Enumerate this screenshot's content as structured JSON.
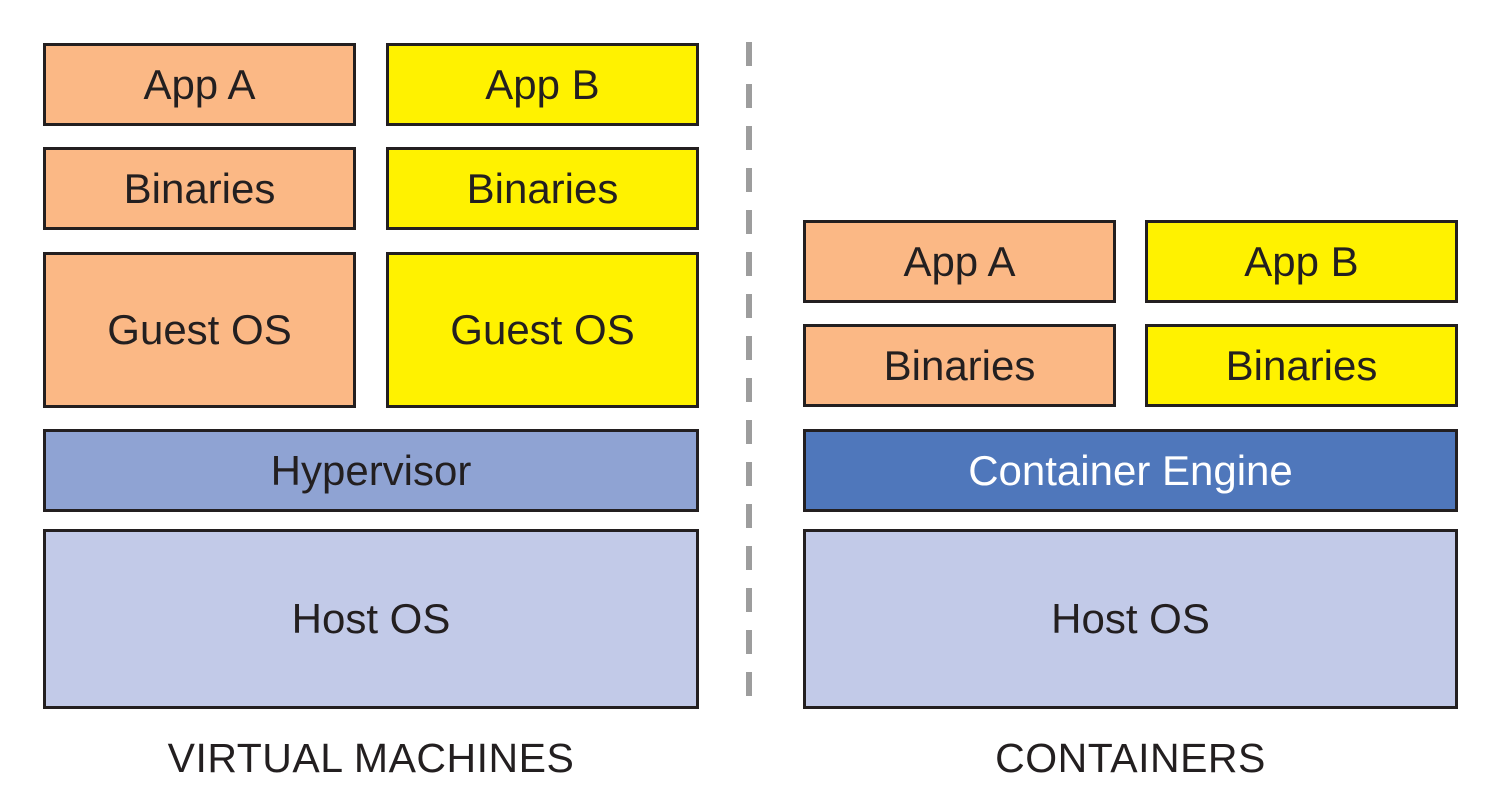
{
  "colors": {
    "app_a": "#fbb885",
    "app_b": "#fff200",
    "hypervisor": "#8fa3d3",
    "container_engine": "#4f77bb",
    "host_os": "#c2cae8",
    "border": "#231f20",
    "divider": "#9d9d9d",
    "text_light": "#ffffff"
  },
  "virtual_machines": {
    "caption": "VIRTUAL MACHINES",
    "app_a": {
      "app": "App A",
      "binaries": "Binaries",
      "guest_os": "Guest OS"
    },
    "app_b": {
      "app": "App B",
      "binaries": "Binaries",
      "guest_os": "Guest OS"
    },
    "hypervisor": "Hypervisor",
    "host_os": "Host OS"
  },
  "containers": {
    "caption": "CONTAINERS",
    "app_a": {
      "app": "App A",
      "binaries": "Binaries"
    },
    "app_b": {
      "app": "App B",
      "binaries": "Binaries"
    },
    "container_engine": "Container Engine",
    "host_os": "Host OS"
  }
}
